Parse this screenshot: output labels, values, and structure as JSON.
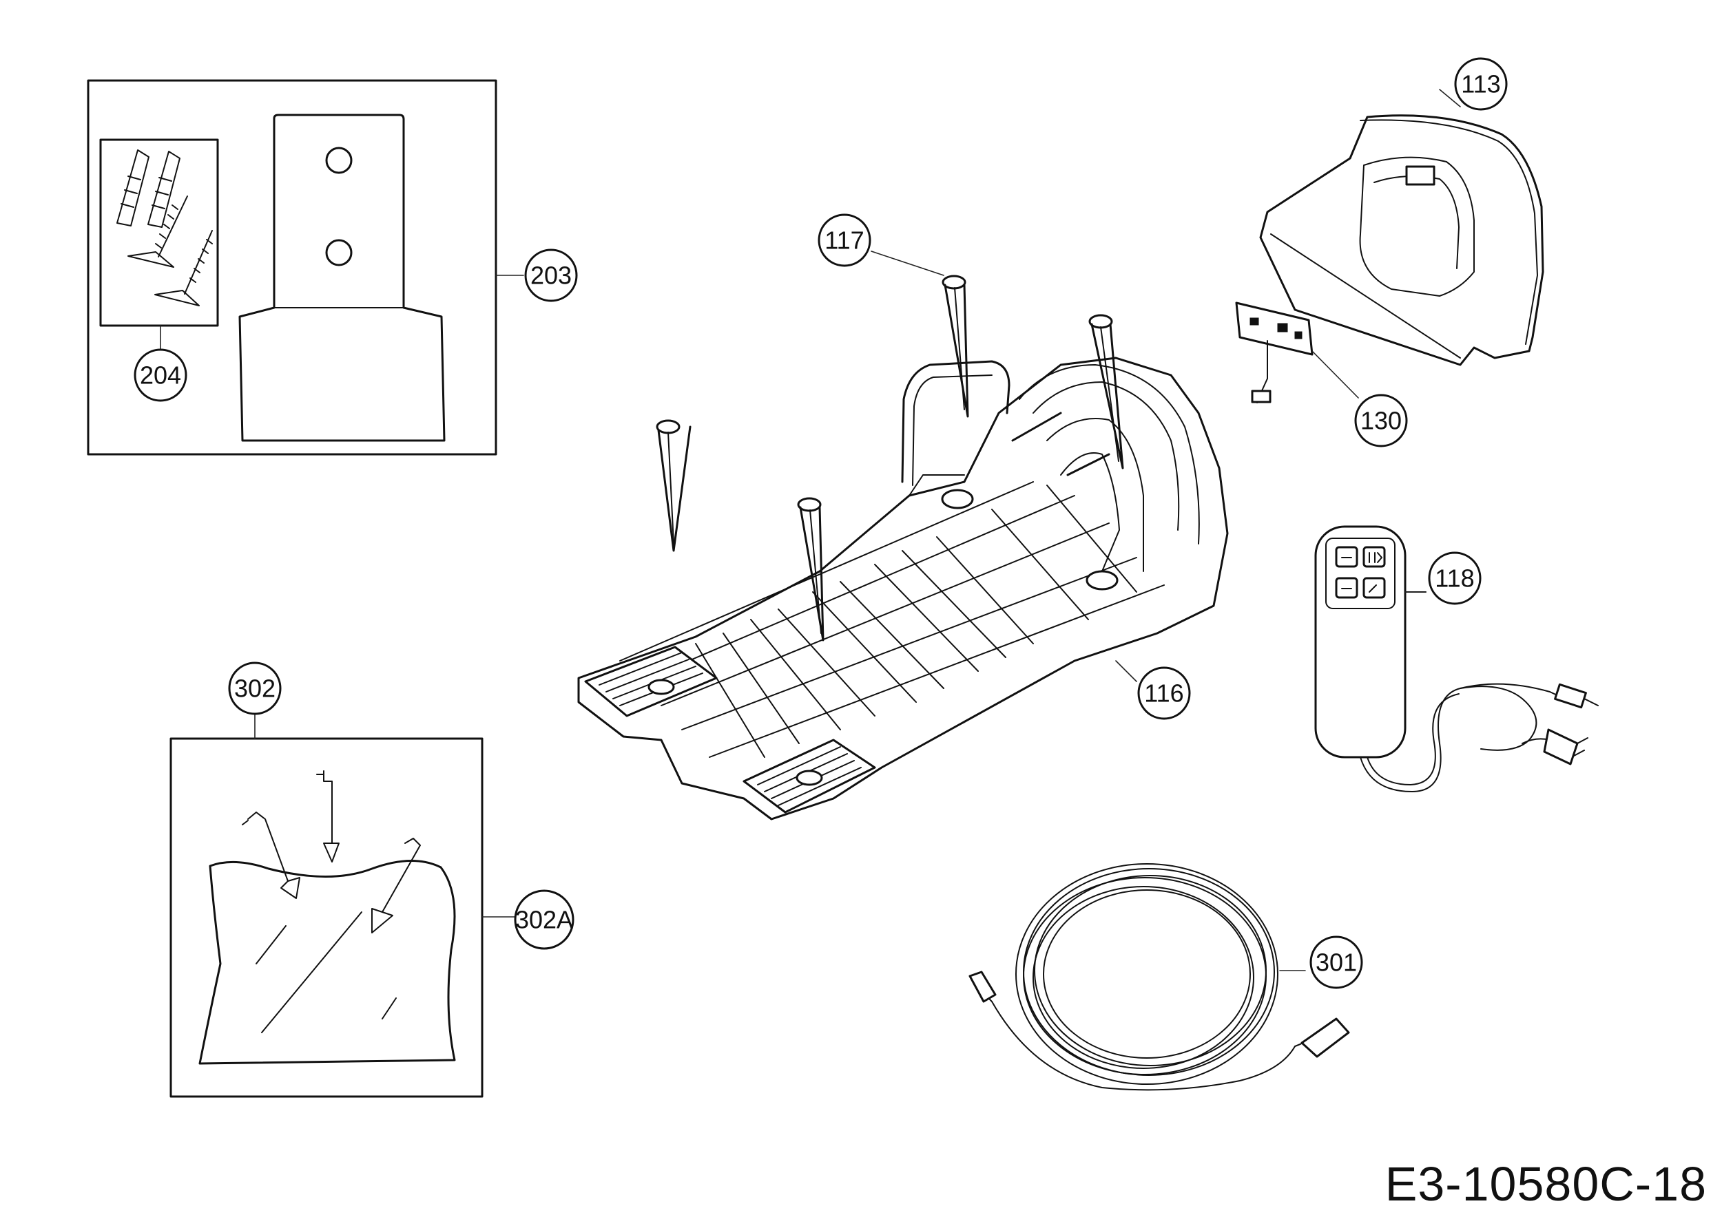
{
  "diagram": {
    "drawing_code": "E3-10580C-18",
    "callouts": [
      {
        "id": "113",
        "label": "113"
      },
      {
        "id": "117",
        "label": "117"
      },
      {
        "id": "203",
        "label": "203"
      },
      {
        "id": "204",
        "label": "204"
      },
      {
        "id": "130",
        "label": "130"
      },
      {
        "id": "118",
        "label": "118"
      },
      {
        "id": "116",
        "label": "116"
      },
      {
        "id": "302",
        "label": "302"
      },
      {
        "id": "302A",
        "label": "302A"
      },
      {
        "id": "301",
        "label": "301"
      }
    ]
  }
}
